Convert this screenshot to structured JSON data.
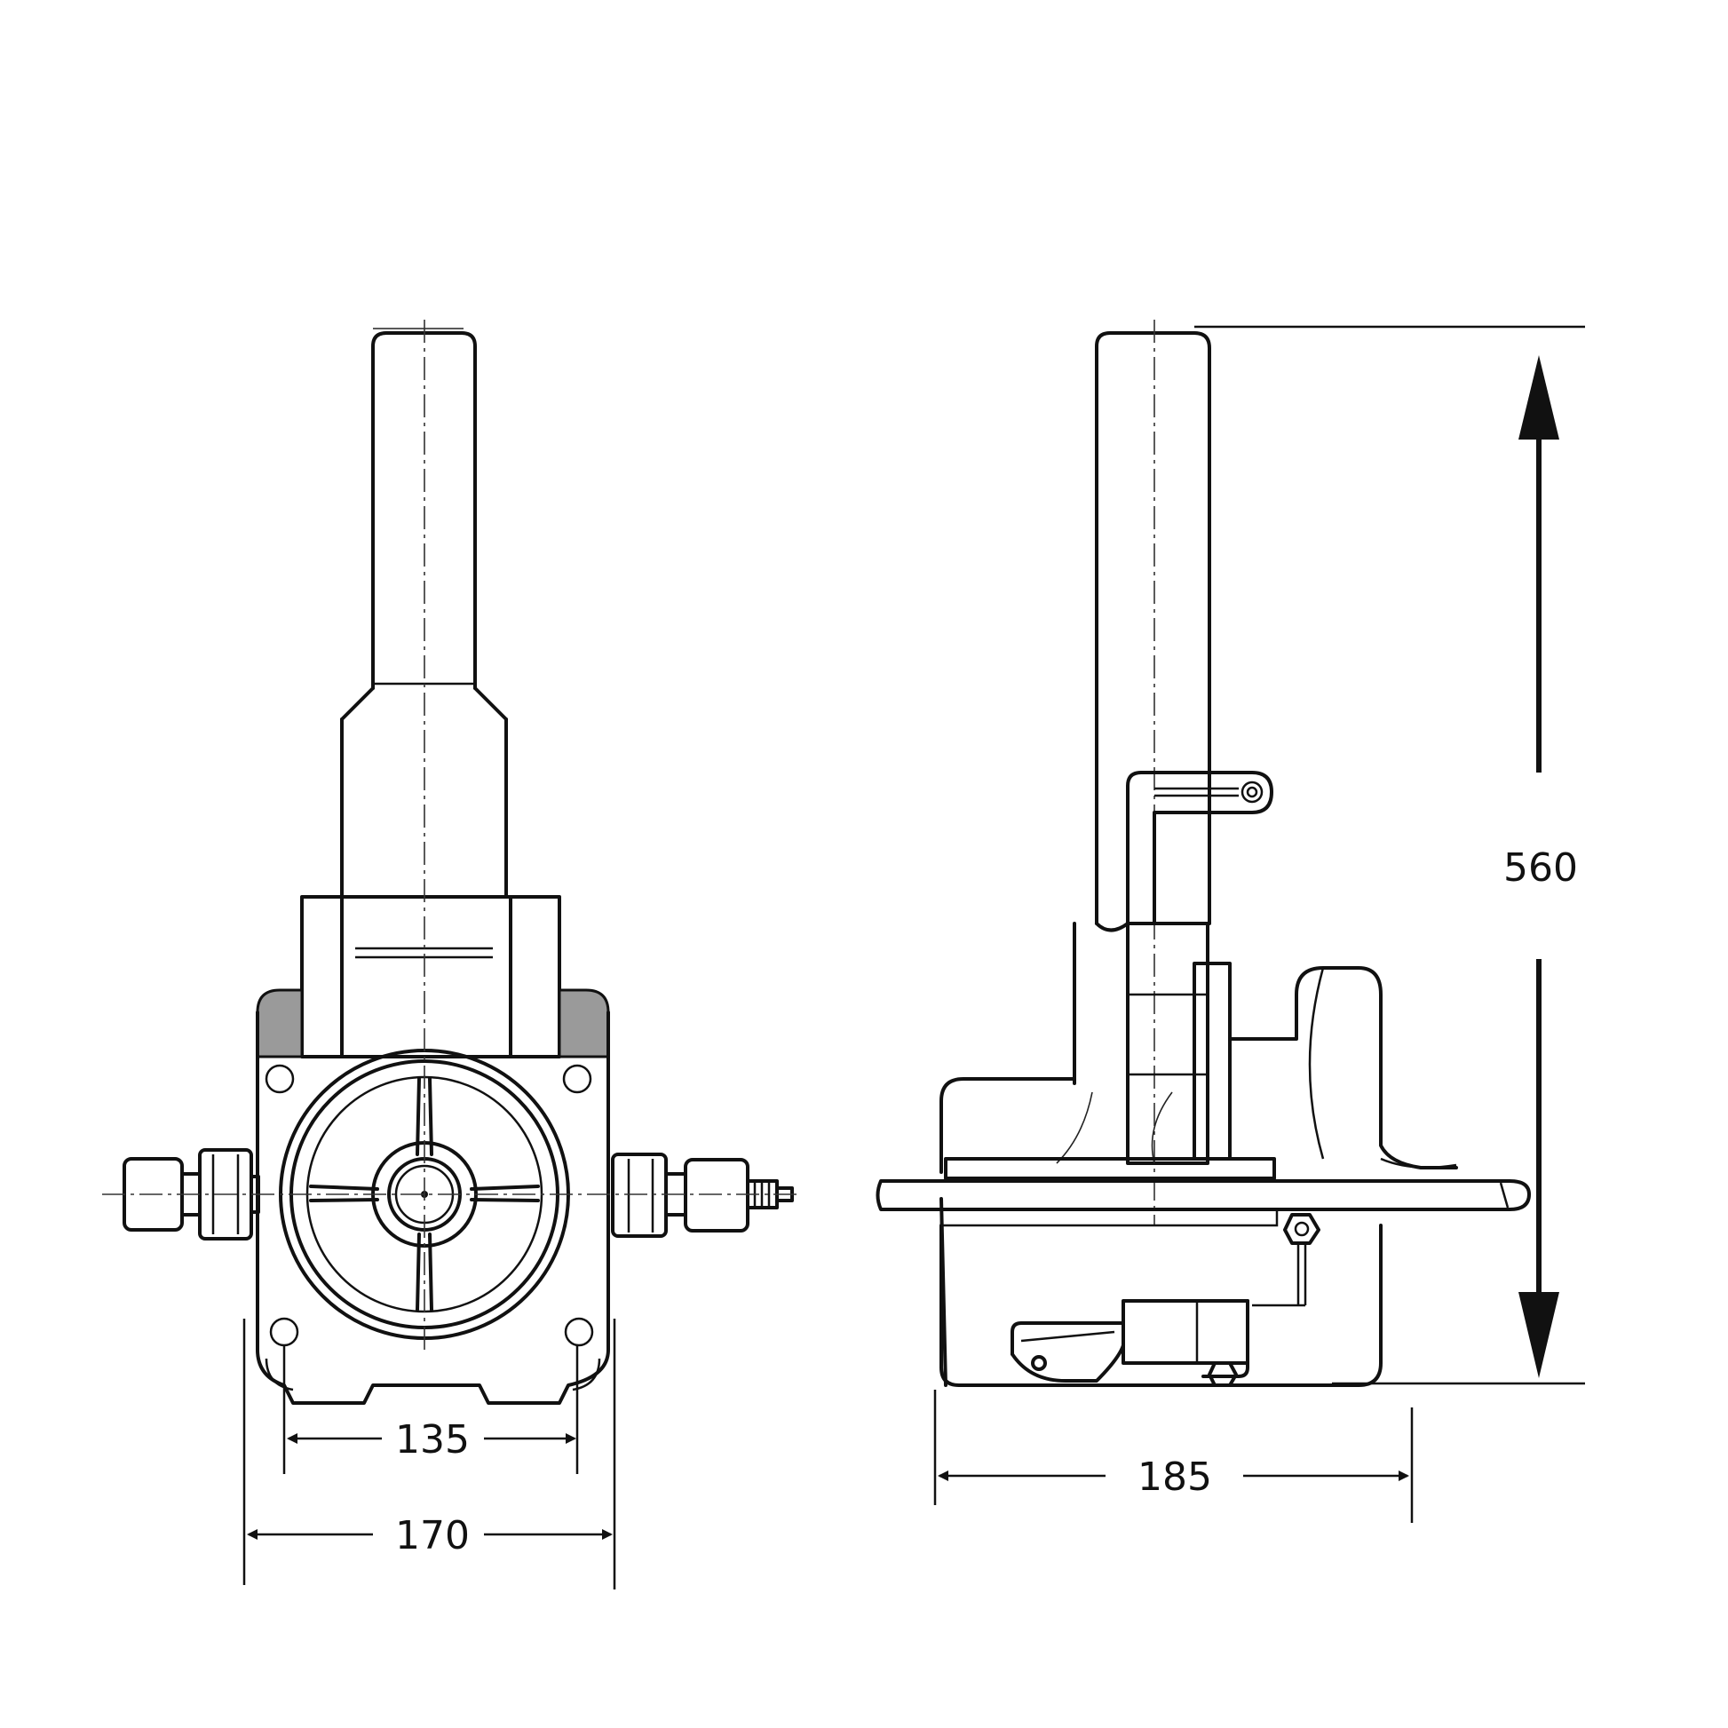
{
  "dimensions": {
    "front_bolt_spacing": "135",
    "front_base_width": "170",
    "side_base_depth": "185",
    "overall_height": "560"
  }
}
